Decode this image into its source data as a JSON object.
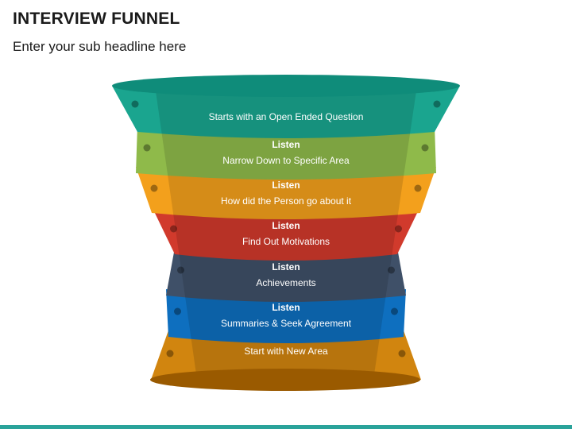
{
  "header": {
    "title": "INTERVIEW FUNNEL",
    "subtitle": "Enter your sub headline here"
  },
  "colors": {
    "footer_bar": "#2aa39a",
    "rim_top": "#0f8c7a",
    "rim_bottom": "#9a5a00"
  },
  "stages": [
    {
      "heading": "",
      "text": "Starts with an Open Ended Question",
      "color": "#1aa58f"
    },
    {
      "heading": "Listen",
      "text": "Narrow Down to Specific Area",
      "color": "#8fba4a"
    },
    {
      "heading": "Listen",
      "text": "How did the Person go about it",
      "color": "#f3a01c"
    },
    {
      "heading": "Listen",
      "text": "Find Out Motivations",
      "color": "#d13a2c"
    },
    {
      "heading": "Listen",
      "text": "Achievements",
      "color": "#3f5068"
    },
    {
      "heading": "Listen",
      "text": "Summaries & Seek Agreement",
      "color": "#0e6fbf"
    },
    {
      "heading": "",
      "text": "Start with New Area",
      "color": "#d1850f"
    }
  ]
}
